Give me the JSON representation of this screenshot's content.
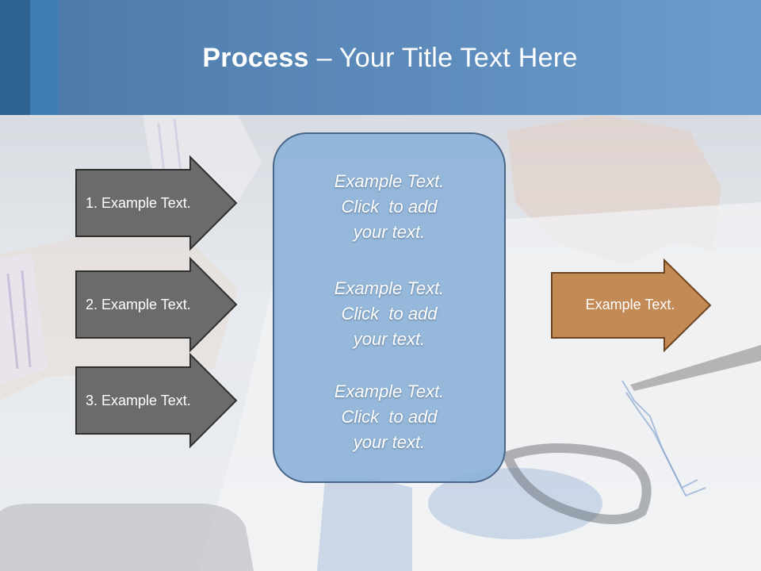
{
  "title": {
    "bold": "Process",
    "rest": " – Your Title Text Here"
  },
  "left_arrows": [
    {
      "label": "1. Example Text."
    },
    {
      "label": "2. Example Text."
    },
    {
      "label": "3. Example Text."
    }
  ],
  "center_box": {
    "items": [
      {
        "line1": "Example Text.",
        "line2": "Click  to add",
        "line3": "your text."
      },
      {
        "line1": "Example Text.",
        "line2": "Click  to add",
        "line3": "your text."
      },
      {
        "line1": "Example Text.",
        "line2": "Click  to add",
        "line3": "your text."
      }
    ]
  },
  "right_arrow": {
    "label": "Example Text."
  },
  "colors": {
    "header": "#5a88b8",
    "gray_arrow": "#6b6b6b",
    "center_box": "#8db3d9",
    "orange_arrow": "#c48a55"
  }
}
